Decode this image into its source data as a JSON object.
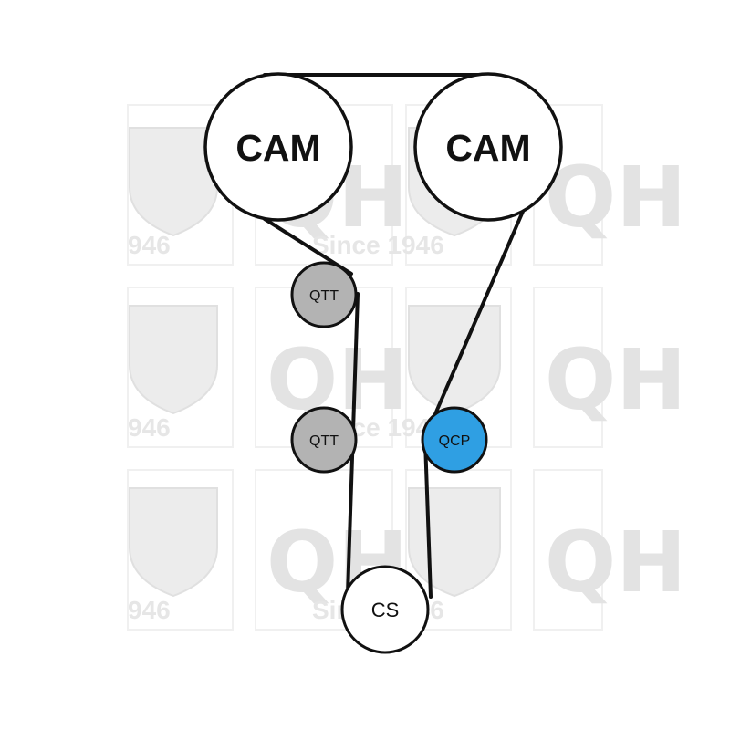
{
  "watermark": {
    "brand_letters": "QH",
    "tagline": "Since 1946",
    "fragment": "946"
  },
  "pulleys": {
    "cam_left": {
      "label": "CAM",
      "color": "#ffffff"
    },
    "cam_right": {
      "label": "CAM",
      "color": "#ffffff"
    },
    "qtt_upper": {
      "label": "QTT",
      "color": "#b3b3b3"
    },
    "qtt_lower": {
      "label": "QTT",
      "color": "#b3b3b3"
    },
    "qcp": {
      "label": "QCP",
      "color": "#2f9fe3"
    },
    "cs": {
      "label": "CS",
      "color": "#ffffff"
    }
  },
  "colors": {
    "belt": "#111111",
    "watermark": "#e3e3e3"
  }
}
